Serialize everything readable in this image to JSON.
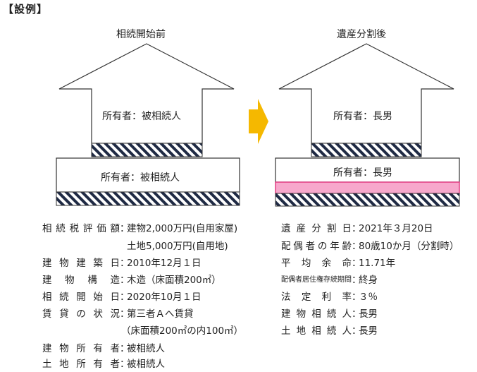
{
  "heading": "【設例】",
  "before": {
    "caption": "相続開始前",
    "house_owner": "所有者：被相続人",
    "land_owner": "所有者：被相続人"
  },
  "after": {
    "caption": "遺産分割後",
    "house_owner": "所有者：長男",
    "land_owner": "所有者：長男"
  },
  "colors": {
    "arrow": "#F5B800",
    "hatch": "#1f2a44",
    "pink": "#F7A8CC",
    "pink_border": "#E0357E"
  },
  "left_info": [
    {
      "label": "相続税評価額",
      "value": "建物2,000万円(自用家屋)"
    },
    {
      "label": "",
      "value": "土地5,000万円(自用地)"
    },
    {
      "label": "建物建築日",
      "value": "2010年12月１日"
    },
    {
      "label": "建物構造",
      "value": "木造（床面積200㎡）"
    },
    {
      "label": "相続開始日",
      "value": "2020年10月１日"
    },
    {
      "label": "賃貸の状況",
      "value": "第三者Ａへ賃貸"
    },
    {
      "label": "",
      "value": "（床面積200㎡の内100㎡）"
    },
    {
      "label": "建物所有者",
      "value": "被相続人"
    },
    {
      "label": "土地所有者",
      "value": "被相続人"
    }
  ],
  "right_info": [
    {
      "label": "遺産分割日",
      "value": "2021年３月20日"
    },
    {
      "label": "配偶者の年齢",
      "value": "80歳10か月（分割時）"
    },
    {
      "label": "平均余命",
      "value": "11.71年"
    },
    {
      "label": "配偶者居住権存続期間",
      "value": "終身"
    },
    {
      "label": "法定利率",
      "value": "３％"
    },
    {
      "label": "建物相続人",
      "value": "長男"
    },
    {
      "label": "土地相続人",
      "value": "長男"
    }
  ]
}
